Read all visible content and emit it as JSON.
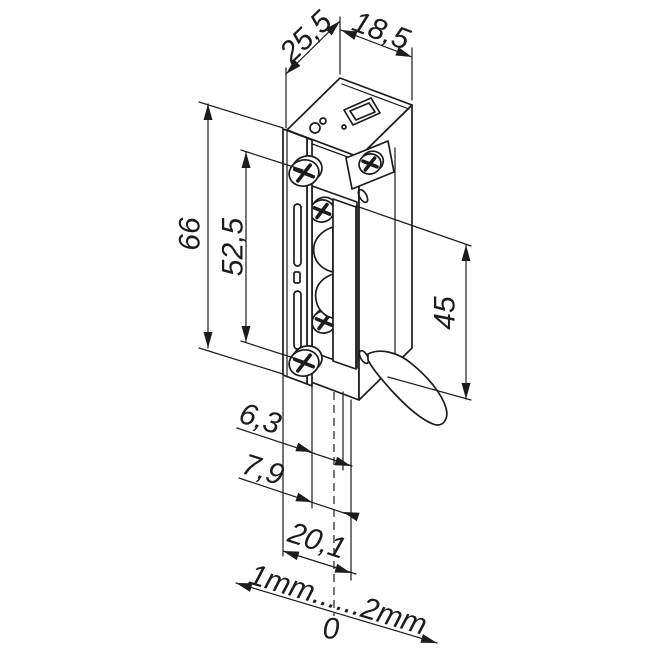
{
  "drawing": {
    "type": "isometric technical drawing of an electric door strike",
    "colors": {
      "line": "#1c1c1c",
      "background": "#ffffff"
    },
    "labels": {
      "depth": "25,5",
      "width": "18,5",
      "height_total": "66",
      "screw_spacing": "52,5",
      "latch_height": "45",
      "offset_a": "6,3",
      "offset_b": "7,9",
      "depth_total": "20,1",
      "adjust_range": "1mm......2mm",
      "zero_ref": "0"
    }
  }
}
